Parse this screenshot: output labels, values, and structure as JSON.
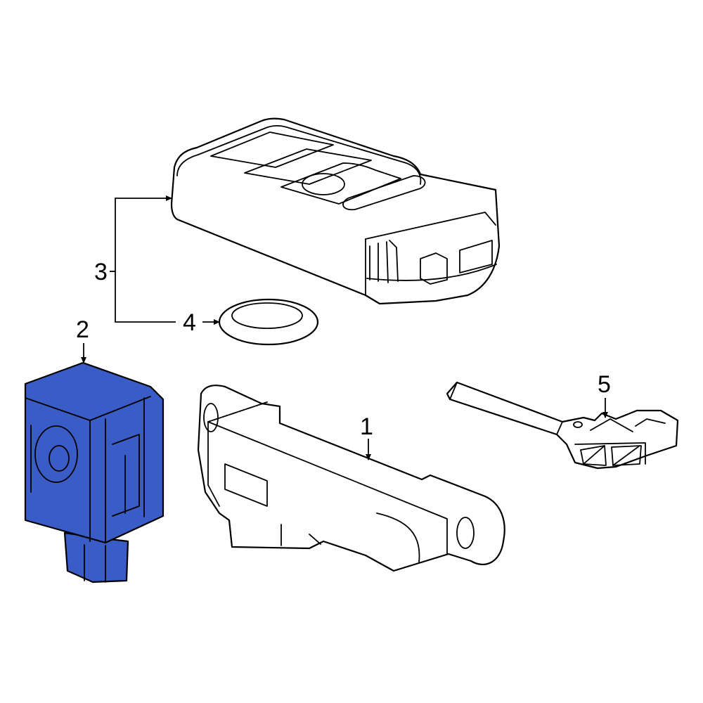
{
  "callouts": {
    "c1": "1",
    "c2": "2",
    "c3": "3",
    "c4": "4",
    "c5": "5"
  },
  "colors": {
    "highlight": "#3a5cc6",
    "highlight_dark": "#2d48a8",
    "line": "#000000",
    "background": "#ffffff"
  },
  "parts": [
    {
      "callout": "1",
      "name": "antenna-module"
    },
    {
      "callout": "2",
      "name": "sensor-highlighted"
    },
    {
      "callout": "3",
      "name": "remote-key-fob"
    },
    {
      "callout": "4",
      "name": "battery"
    },
    {
      "callout": "5",
      "name": "emergency-key-blade"
    }
  ]
}
